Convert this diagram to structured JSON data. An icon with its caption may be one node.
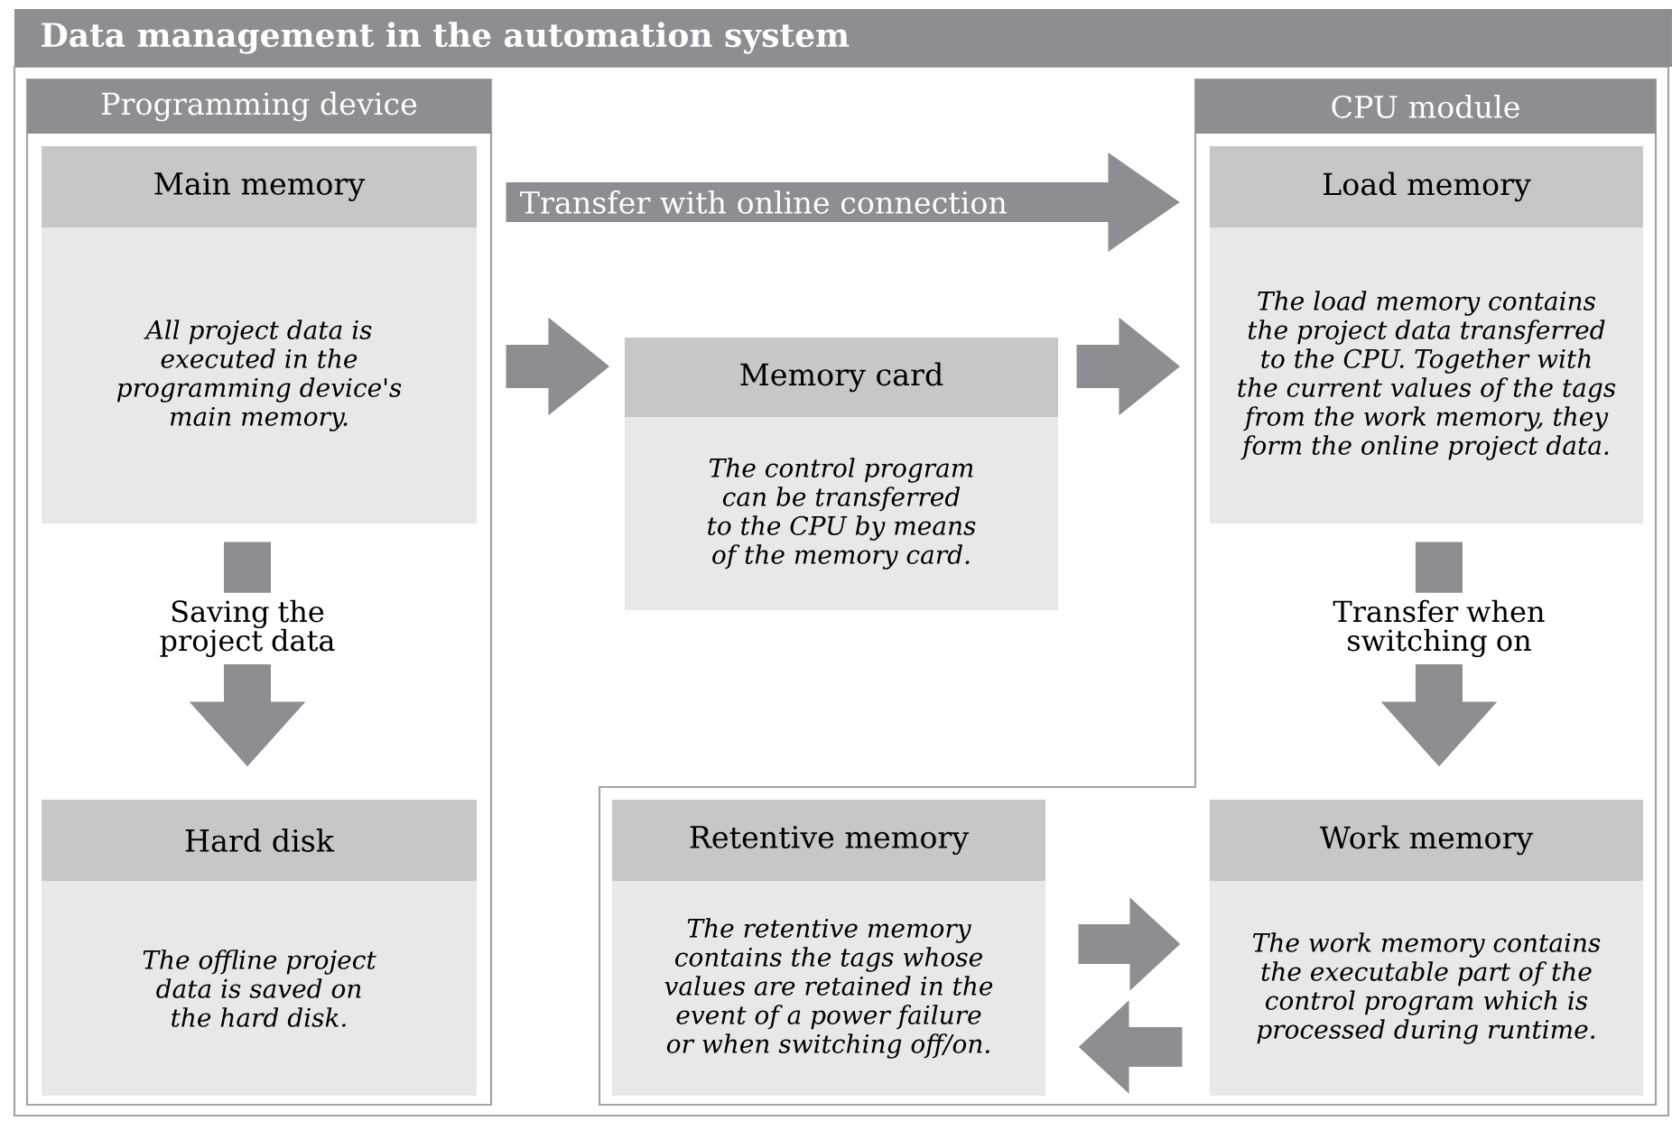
{
  "diagram": {
    "title": "Data management in the automation system",
    "nodes": [
      {
        "text": [
          "Programming device"
        ]
      },
      {
        "text": [
          "Main memory",
          "All project data is executed in the programming device's main memory."
        ],
        "in": 0
      },
      {
        "text": [
          "Hard disk",
          "The offline project data is saved on the hard disk."
        ],
        "in": 0
      },
      {
        "text": [
          "Memory card",
          "The control program can be transferred to the CPU by means of the memory card."
        ]
      },
      {
        "text": [
          "CPU module"
        ]
      },
      {
        "text": [
          "Load memory",
          "The load memory contains the project data transferred to the CPU. Together with the current values of the tags from the work memory, they form the online project data."
        ],
        "in": 4
      },
      {
        "text": [
          "Retentive memory",
          "The retentive memory contains the tags whose values are retained in the event of a power failure or when switching off/on."
        ],
        "in": 4
      },
      {
        "text": [
          "Work memory",
          "The work memory contains the executable part of the control program which is processed during runtime."
        ],
        "in": 4
      }
    ],
    "edges": [
      {
        "from": 1,
        "to": 5,
        "arrow": "to",
        "label": "Transfer with online connection"
      },
      {
        "from": 1,
        "to": 3,
        "arrow": "to"
      },
      {
        "from": 3,
        "to": 5,
        "arrow": "to"
      },
      {
        "from": 1,
        "to": 2,
        "arrow": "to",
        "label": "Saving the project data"
      },
      {
        "from": 5,
        "to": 7,
        "arrow": "to",
        "label": "Transfer when switching on"
      },
      {
        "from": 6,
        "to": 7,
        "arrow": "to"
      },
      {
        "from": 7,
        "to": 6,
        "arrow": "to"
      }
    ]
  }
}
